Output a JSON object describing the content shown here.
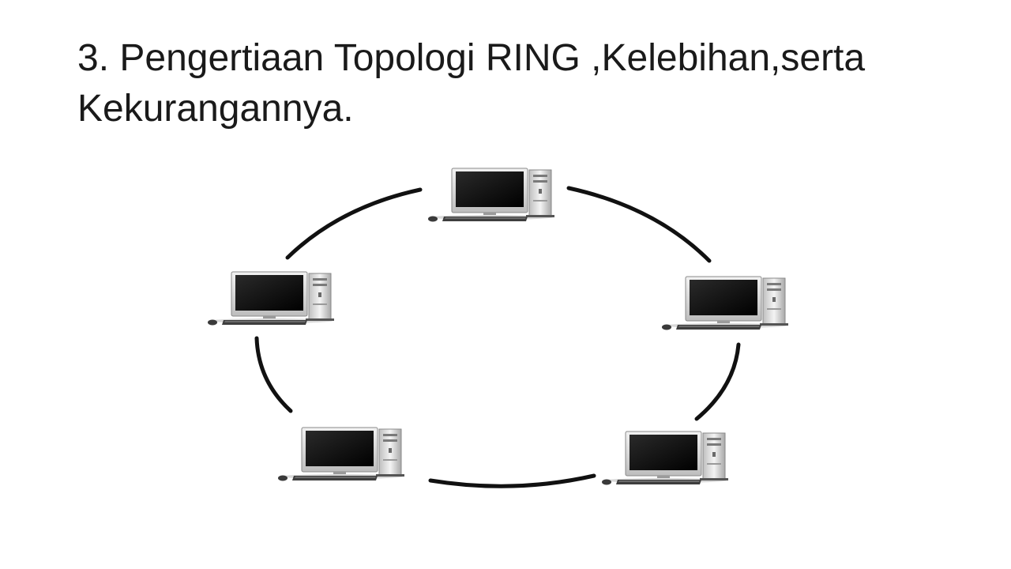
{
  "slide": {
    "title_line1": "3. Pengertiaan Topologi RING ,Kelebihan,serta",
    "title_line2": "Kekurangannya."
  },
  "diagram": {
    "topology": "ring",
    "nodes": [
      {
        "icon": "desktop-computer-icon"
      },
      {
        "icon": "desktop-computer-icon"
      },
      {
        "icon": "desktop-computer-icon"
      },
      {
        "icon": "desktop-computer-icon"
      },
      {
        "icon": "desktop-computer-icon"
      }
    ],
    "colors": {
      "ring": "#111111",
      "screen": "#0a0a0a",
      "bezel": "#d9d9d9",
      "case": "#e6e6e6",
      "keyboard": "#444444"
    }
  }
}
